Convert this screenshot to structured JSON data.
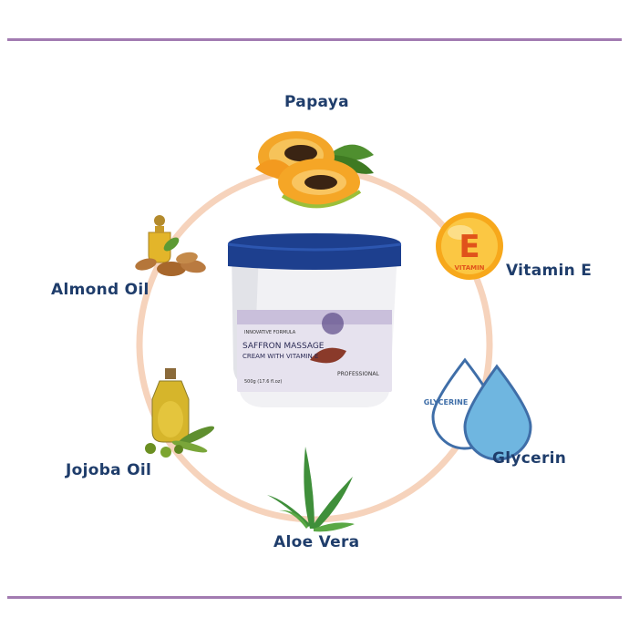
{
  "ingredients": {
    "papaya": "Papaya",
    "vitamin_e": "Vitamin E",
    "glycerin": "Glycerin",
    "aloe_vera": "Aloe Vera",
    "jojoba_oil": "Jojoba Oil",
    "almond_oil": "Almond Oil"
  },
  "vitamin_badge": {
    "letter": "E",
    "word": "VITAMIN"
  },
  "glycerin_drop_text": "GLYCERINE",
  "product": {
    "brand_line": "INNOVATIVE FORMULA",
    "name_line1": "SAFFRON MASSAGE",
    "name_line2": "CREAM WITH VITAMIN E",
    "weight": "500g (17.6 fl.oz)",
    "tag": "PROFESSIONAL"
  },
  "colors": {
    "divider": "#a27bb1",
    "label": "#1f3d6b",
    "ring": "#f6d3bc",
    "lid": "#1d3f8e"
  }
}
